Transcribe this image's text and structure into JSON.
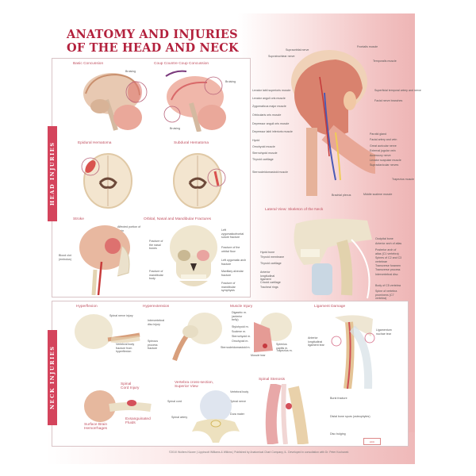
{
  "poster": {
    "title_line1": "ANATOMY AND INJURIES",
    "title_line2": "OF THE HEAD AND NECK",
    "colors": {
      "title": "#b3213d",
      "tab": "#d4445c",
      "background_tint": "#f2c2c2"
    }
  },
  "head_injuries": {
    "tab_label": "HEAD INJURIES",
    "figures": [
      {
        "caption": "Basic Concussion",
        "labels": [
          "Bruising"
        ]
      },
      {
        "caption": "Coup Countre Coup Concussion",
        "labels": [
          "Bruising",
          "Bruising"
        ]
      },
      {
        "caption": "Epidural Hematoma",
        "labels": []
      },
      {
        "caption": "Subdural Hematoma",
        "labels": []
      },
      {
        "caption": "Stroke",
        "labels": [
          "Affected portion of brain",
          "Blood clot (embolus)"
        ]
      },
      {
        "caption": "Orbital, Nasal and Mandibular Fractures",
        "labels": [
          "Left zygomaticofrontal suture fracture",
          "Fracture of the orbital floor",
          "Left zygomatic arch fracture",
          "Maxillary alveolar fracture",
          "Fracture of the nasal bones",
          "Fracture of mandibular body",
          "Fracture of mandibular symphysis"
        ]
      }
    ]
  },
  "lateral_head": {
    "labels_left": [
      "Levator labii superioris muscle",
      "Levator anguli oris muscle",
      "Zygomaticus major muscle",
      "Orbicularis oris muscle",
      "Depressor anguli oris muscle",
      "Depressor labii inferioris muscle",
      "Hyoid",
      "Omohyoid muscle",
      "Sternohyoid muscle",
      "Thyroid cartilage",
      "Sternocleidomastoid muscle"
    ],
    "labels_top": [
      "Supraorbital nerve",
      "Supratrochlear nerve",
      "Frontalis muscle",
      "Temporalis muscle"
    ],
    "labels_right": [
      "Superficial temporal artery and nerve",
      "Facial nerve branches",
      "Parotid gland",
      "Facial artery and vein",
      "Great auricular nerve",
      "External jugular vein",
      "Accessory nerve",
      "Levator scapulae muscle",
      "Supraclavicular nerves",
      "Trapezius muscle"
    ],
    "labels_bottom": [
      "Brachial plexus",
      "Middle scalene muscle"
    ]
  },
  "skeleton_neck": {
    "caption": "Lateral View: Skeleton of the Neck",
    "labels_left": [
      "Hyoid bone",
      "Thyroid membrane",
      "Thyroid cartilage",
      "Anterior longitudinal ligament",
      "Cricoid cartilage",
      "Tracheal rings"
    ],
    "labels_right": [
      "Occipital bone",
      "Anterior arch of atlas",
      "Posterior arch of atlas (C1 vertebra)",
      "Spines of C2 and C3 vertebrae",
      "Transverse foramen",
      "Transverse process",
      "Intervertebral disc",
      "Body of C5 vertebra",
      "Spine of vertebra prominens (C7 vertebra)"
    ]
  },
  "neck_injuries": {
    "tab_label": "NECK INJURIES",
    "figures": [
      {
        "caption": "Hyperflexion",
        "labels": [
          "Spinal nerve injury",
          "Vertebral body fracture from hyperflexion"
        ]
      },
      {
        "caption": "Hyperextension",
        "labels": [
          "Intervertebral disc injury",
          "Spinous process fracture"
        ]
      },
      {
        "caption": "Muscle Injury",
        "labels": [
          "Digastric m. (anterior belly)",
          "Stylohyoid m.",
          "Scalene m.",
          "Sternohyoid m.",
          "Omohyoid m.",
          "Sternocleidomastoid m.",
          "Splenius capitis m.",
          "Trapezius m.",
          "Muscle tear"
        ]
      },
      {
        "caption": "Ligament Damage",
        "labels": [
          "Anterior longitudinal ligament tear",
          "Ligamentum nuchae tear"
        ]
      },
      {
        "caption": "Spinal Cord Injury",
        "labels": [
          "Surface Brain Hemorrhages",
          "Exsanguinated Fluids"
        ]
      },
      {
        "caption": "Vertebra cross-section, Superior View",
        "labels": [
          "Spinal cord",
          "Vertebral body",
          "Spinal nerve",
          "Dura mater",
          "Spinal artery"
        ]
      },
      {
        "caption": "Spinal Stenosis",
        "labels": [
          "Burst fracture",
          "Distal bone spurs (osteophytes)",
          "Disc bulging"
        ]
      }
    ]
  },
  "footer": {
    "text": "©2010 Wolters Kluwer | Lippincott Williams & Wilkins | Published by Anatomical Chart Company, IL. Developed in consultation with Dr. Peter Kochanek",
    "logo": "ACC"
  }
}
